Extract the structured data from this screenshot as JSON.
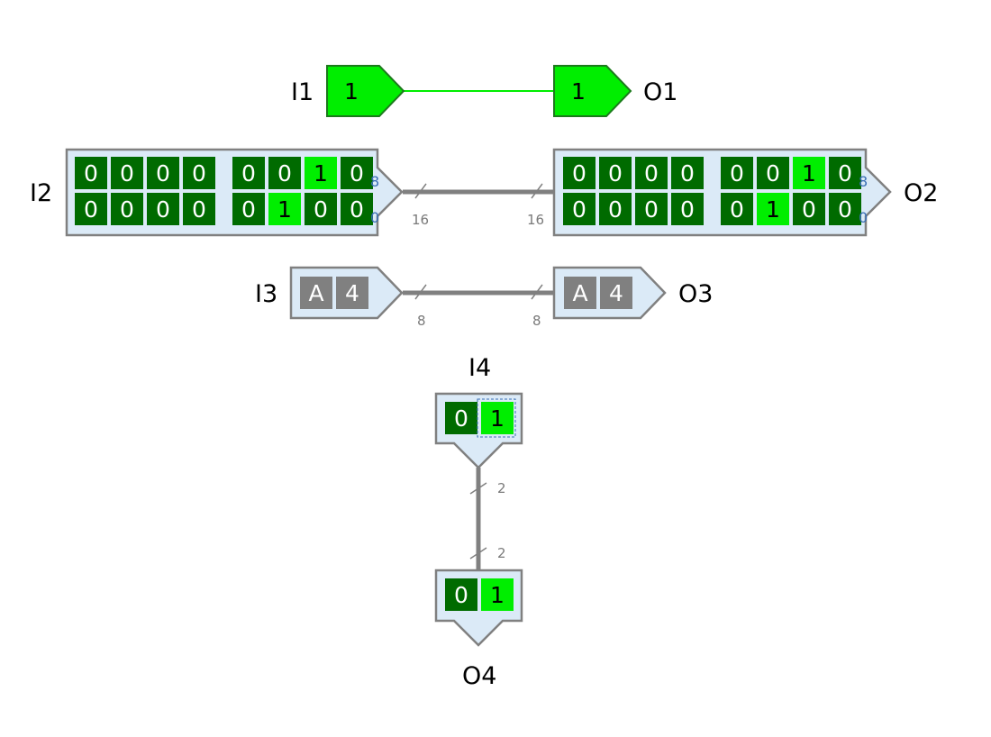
{
  "colors": {
    "bit_on": "#00ee00",
    "bit_off": "#006b00",
    "bus_body": "#dbeaf7",
    "bus_border": "#808080",
    "wire_on": "#00ee00",
    "wire_bus": "#808080",
    "hex_cell": "#808080",
    "io_single_fill": "#00ee00",
    "io_single_border": "#1c7a1c"
  },
  "i1": {
    "label": "I1",
    "value": "1"
  },
  "o1": {
    "label": "O1",
    "value": "1"
  },
  "i2": {
    "label": "I2",
    "rows": [
      [
        "0",
        "0",
        "0",
        "0",
        "0",
        "0",
        "1",
        "0"
      ],
      [
        "0",
        "0",
        "0",
        "0",
        "0",
        "1",
        "0",
        "0"
      ]
    ],
    "edge_top": "8",
    "edge_bottom": "0"
  },
  "o2": {
    "label": "O2",
    "rows": [
      [
        "0",
        "0",
        "0",
        "0",
        "0",
        "0",
        "1",
        "0"
      ],
      [
        "0",
        "0",
        "0",
        "0",
        "0",
        "1",
        "0",
        "0"
      ]
    ],
    "edge_top": "8",
    "edge_bottom": "0"
  },
  "bus16": {
    "width_left": "16",
    "width_right": "16"
  },
  "i3": {
    "label": "I3",
    "cells": [
      "A",
      "4"
    ]
  },
  "o3": {
    "label": "O3",
    "cells": [
      "A",
      "4"
    ]
  },
  "bus8": {
    "width_left": "8",
    "width_right": "8"
  },
  "i4": {
    "label": "I4",
    "bits": [
      "0",
      "1"
    ]
  },
  "o4": {
    "label": "O4",
    "bits": [
      "0",
      "1"
    ]
  },
  "bus2": {
    "width_top": "2",
    "width_bottom": "2"
  }
}
